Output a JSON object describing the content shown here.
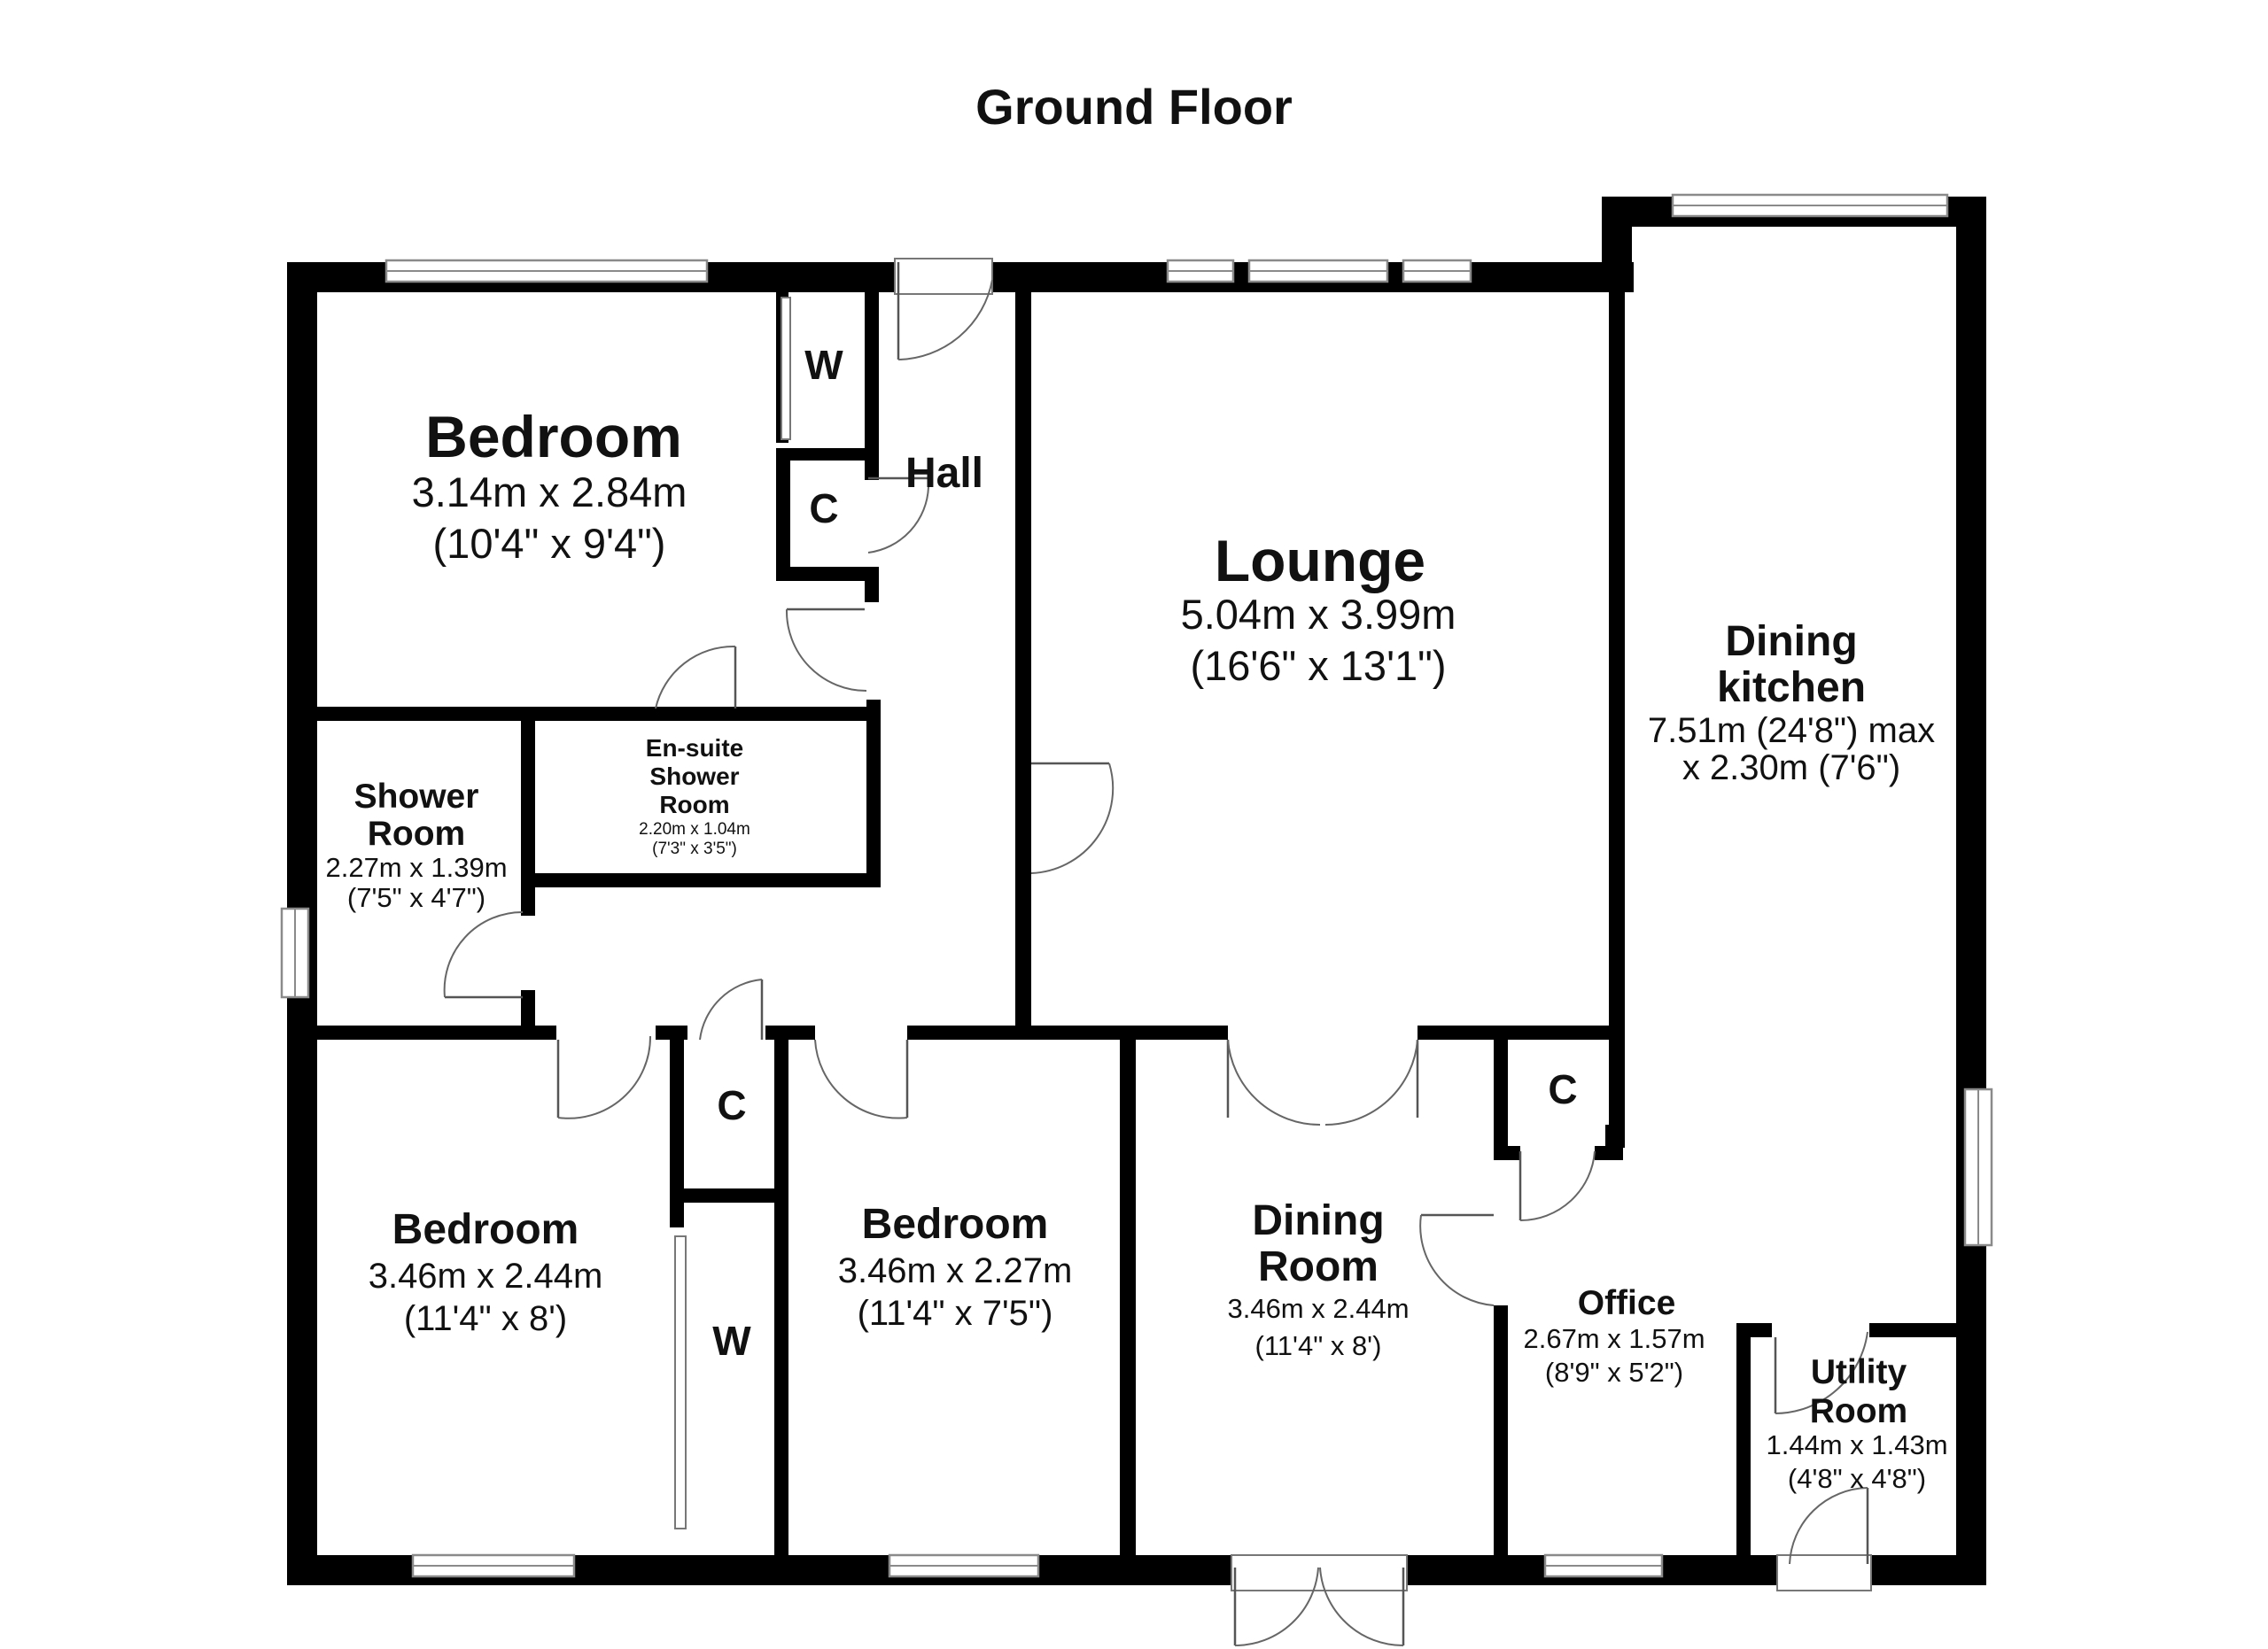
{
  "title": "Ground Floor",
  "rooms": {
    "bedroom1": {
      "name": "Bedroom",
      "metric": "3.14m x 2.84m",
      "imperial": "(10'4\" x 9'4\")"
    },
    "lounge": {
      "name": "Lounge",
      "metric": "5.04m x 3.99m",
      "imperial": "(16'6\" x 13'1\")"
    },
    "dining_kitchen": {
      "name_line1": "Dining",
      "name_line2": "kitchen",
      "dim_line1": "7.51m (24'8\") max",
      "dim_line2": "x 2.30m (7'6\")"
    },
    "hall": {
      "name": "Hall"
    },
    "ensuite": {
      "name_line1": "En-suite",
      "name_line2": "Shower",
      "name_line3": "Room",
      "metric": "2.20m x 1.04m",
      "imperial": "(7'3\" x 3'5\")"
    },
    "shower_room": {
      "name_line1": "Shower",
      "name_line2": "Room",
      "metric": "2.27m x 1.39m",
      "imperial": "(7'5\" x 4'7\")"
    },
    "bedroom2": {
      "name": "Bedroom",
      "metric": "3.46m x 2.44m",
      "imperial": "(11'4\" x 8')"
    },
    "bedroom3": {
      "name": "Bedroom",
      "metric": "3.46m x 2.27m",
      "imperial": "(11'4\" x 7'5\")"
    },
    "dining_room": {
      "name_line1": "Dining",
      "name_line2": "Room",
      "metric": "3.46m x 2.44m",
      "imperial": "(11'4\" x 8')"
    },
    "office": {
      "name": "Office",
      "metric": "2.67m x 1.57m",
      "imperial": "(8'9\" x 5'2\")"
    },
    "utility_room": {
      "name_line1": "Utility",
      "name_line2": "Room",
      "metric": "1.44m x 1.43m",
      "imperial": "(4'8\" x 4'8\")"
    }
  },
  "cupboards": {
    "wardrobe_top": "W",
    "cupboard_top": "C",
    "cupboard_mid": "C",
    "wardrobe_mid": "W",
    "cupboard_right": "C"
  }
}
